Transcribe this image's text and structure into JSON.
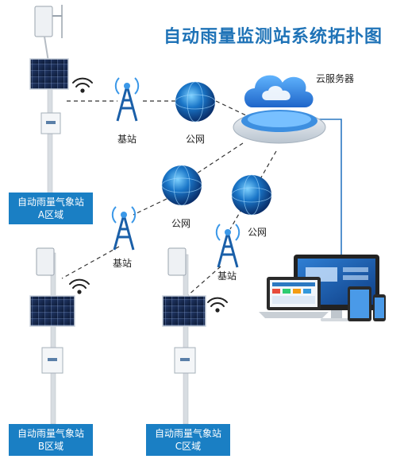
{
  "title": "自动雨量监测站系统拓扑图",
  "cloud_label": "云服务器",
  "tower_label": "基站",
  "network_label": "公网",
  "stations": [
    {
      "name": "自动雨量气象站",
      "area": "A区域"
    },
    {
      "name": "自动雨量气象站",
      "area": "B区域"
    },
    {
      "name": "自动雨量气象站",
      "area": "C区域"
    }
  ],
  "colors": {
    "title": "#1f73b7",
    "station_box": "#1a7fc4",
    "globe": "#1a76c8",
    "link_line": "#2b78c2",
    "dashed_line": "#333333"
  }
}
